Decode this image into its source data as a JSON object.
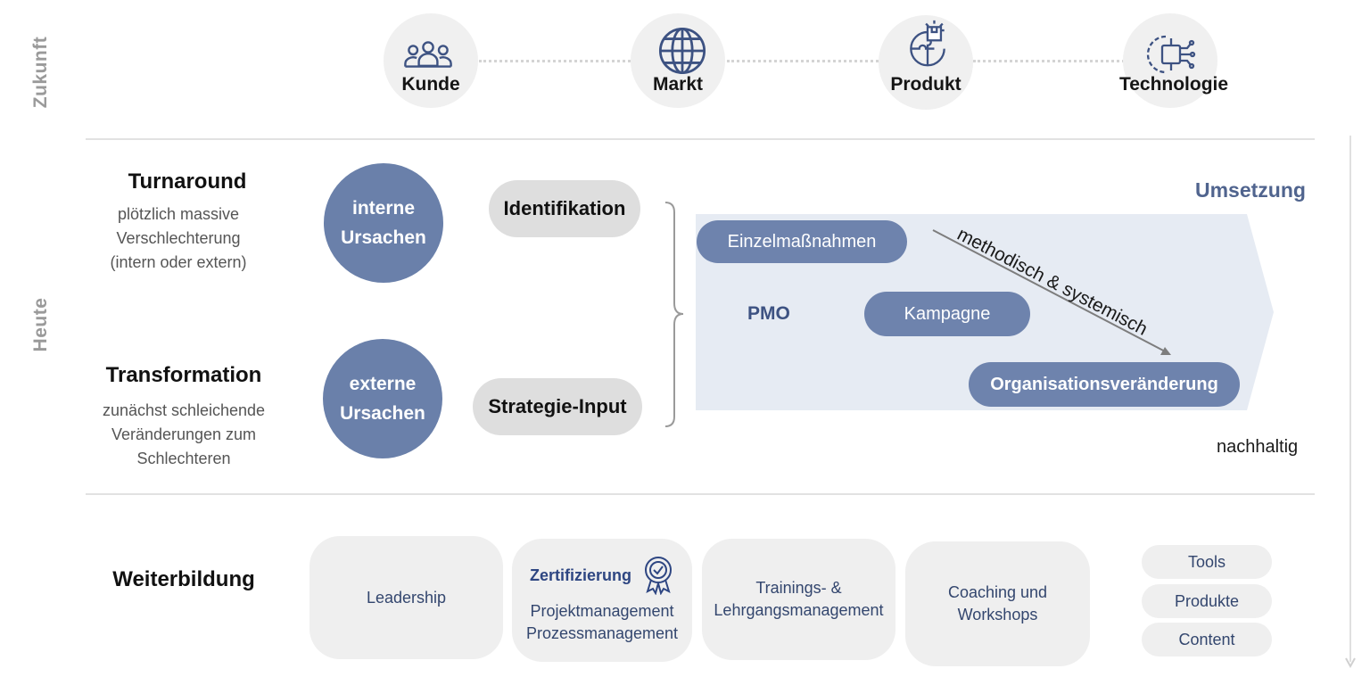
{
  "side_labels": {
    "future": "Zukunft",
    "today": "Heute"
  },
  "top_row": [
    {
      "label": "Kunde",
      "icon": "customers-icon"
    },
    {
      "label": "Markt",
      "icon": "globe-icon"
    },
    {
      "label": "Produkt",
      "icon": "product-puzzle-icon"
    },
    {
      "label": "Technologie",
      "icon": "technology-chip-icon"
    }
  ],
  "turnaround": {
    "title": "Turnaround",
    "subtitle_lines": [
      "plötzlich massive",
      "Verschlechterung",
      "(intern oder extern)"
    ]
  },
  "transformation": {
    "title": "Transformation",
    "subtitle_lines": [
      "zunächst schleichende",
      "Veränderungen zum",
      "Schlechteren"
    ]
  },
  "causes": {
    "internal": [
      "interne",
      "Ursachen"
    ],
    "external": [
      "externe",
      "Ursachen"
    ]
  },
  "inputs": {
    "identification": "Identifikation",
    "strategy": "Strategie-Input"
  },
  "implementation": {
    "title": "Umsetzung",
    "pmo": "PMO",
    "single_measures": "Einzelmaßnahmen",
    "campaign": "Kampagne",
    "org_change": "Organisationsveränderung",
    "arrow_label": "methodisch & systemisch",
    "sustainable": "nachhaltig"
  },
  "training": {
    "title": "Weiterbildung",
    "leadership": "Leadership",
    "certification_title": "Zertifizierung",
    "certification_items": [
      "Projektmanagement",
      "Prozessmanagement"
    ],
    "trainings_lines": [
      "Trainings- &",
      "Lehrgangsmanagement"
    ],
    "coaching_lines": [
      "Coaching und",
      "Workshops"
    ],
    "small_items": [
      "Tools",
      "Produkte",
      "Content"
    ]
  },
  "colors": {
    "accent_blue": "#6a80aa",
    "dark_blue": "#3d5282",
    "light_band": "#e6ebf3",
    "grey_pill": "#dedede"
  }
}
